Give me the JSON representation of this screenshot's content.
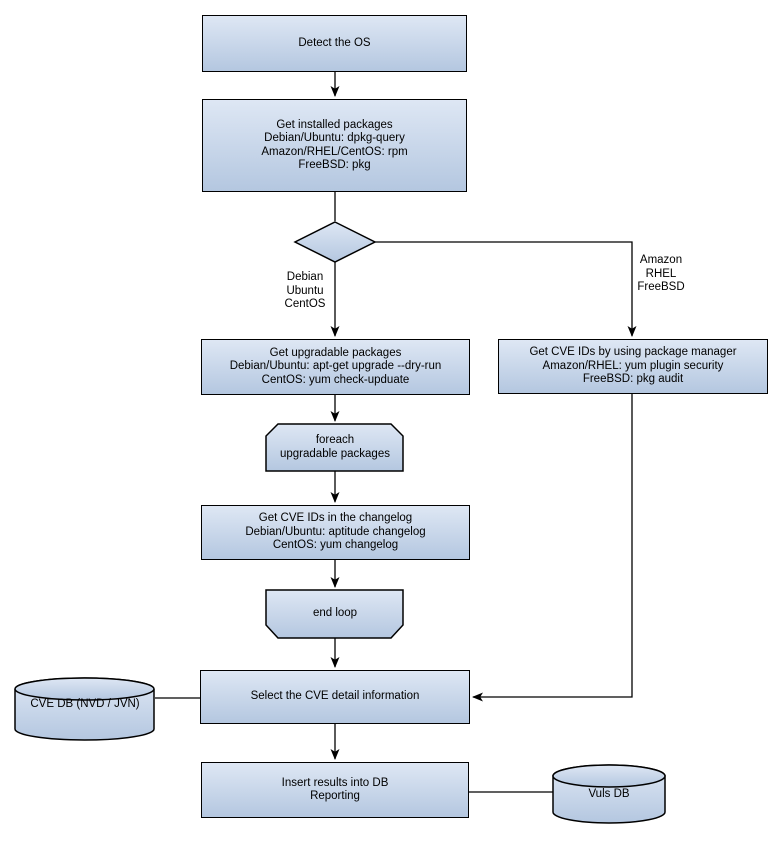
{
  "colors": {
    "background": "#ffffff",
    "shape_fill_top": "#dee7f4",
    "shape_fill_bottom": "#b4c7e0",
    "shape_border": "#000000",
    "text": "#000000"
  },
  "nodes": {
    "detect_os": {
      "lines": [
        "Detect the OS"
      ]
    },
    "get_installed_packages": {
      "lines": [
        "Get installed packages",
        "Debian/Ubuntu: dpkg-query",
        "Amazon/RHEL/CentOS: rpm",
        "FreeBSD: pkg"
      ]
    },
    "branch_left_label": {
      "lines": [
        "Debian",
        "Ubuntu",
        "CentOS"
      ]
    },
    "branch_right_label": {
      "lines": [
        "Amazon",
        "RHEL",
        "FreeBSD"
      ]
    },
    "get_upgradable_packages": {
      "lines": [
        "Get upgradable packages",
        "Debian/Ubuntu: apt-get upgrade --dry-run",
        "CentOS: yum check-upduate"
      ]
    },
    "get_cve_ids_pkg_manager": {
      "lines": [
        "Get CVE IDs by using package manager",
        "Amazon/RHEL: yum plugin security",
        "FreeBSD: pkg audit"
      ]
    },
    "foreach_loop": {
      "lines": [
        "foreach",
        "upgradable packages"
      ]
    },
    "get_cve_ids_changelog": {
      "lines": [
        "Get CVE IDs in the changelog",
        "Debian/Ubuntu: aptitude changelog",
        "CentOS: yum changelog"
      ]
    },
    "end_loop": {
      "lines": [
        "end loop"
      ]
    },
    "select_cve_detail": {
      "lines": [
        "Select the CVE detail information"
      ]
    },
    "cve_db": {
      "lines": [
        "CVE DB (NVD / JVN)"
      ]
    },
    "insert_results": {
      "lines": [
        "Insert results into DB",
        "Reporting"
      ]
    },
    "vuls_db": {
      "lines": [
        "Vuls DB"
      ]
    }
  }
}
